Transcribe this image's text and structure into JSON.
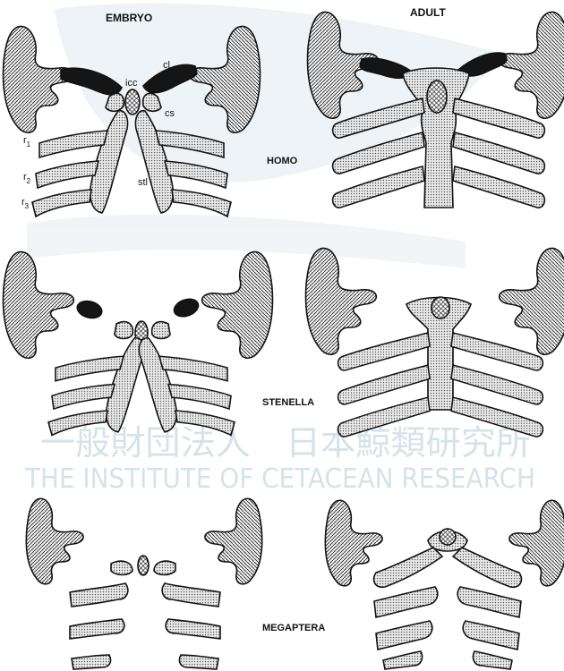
{
  "headings": {
    "embryo": "EMBRYO",
    "adult": "ADULT"
  },
  "taxa": {
    "homo": "HOMO",
    "stenella": "STENELLA",
    "megaptera": "MEGAPTERA"
  },
  "annotations": {
    "cl": "cl",
    "icc": "icc",
    "cs": "cs",
    "stl": "stl",
    "r1_base": "r",
    "r1_sub": "1",
    "r2_base": "r",
    "r2_sub": "2",
    "r3_base": "r",
    "r3_sub": "3"
  },
  "watermark": {
    "jp": "一般財団法人　日本鯨類研究所",
    "en": "THE INSTITUTE OF CETACEAN RESEARCH",
    "color": "#cfdde6"
  },
  "colors": {
    "background": "#ffffff",
    "ink": "#111111",
    "clavicle": "#151515"
  }
}
